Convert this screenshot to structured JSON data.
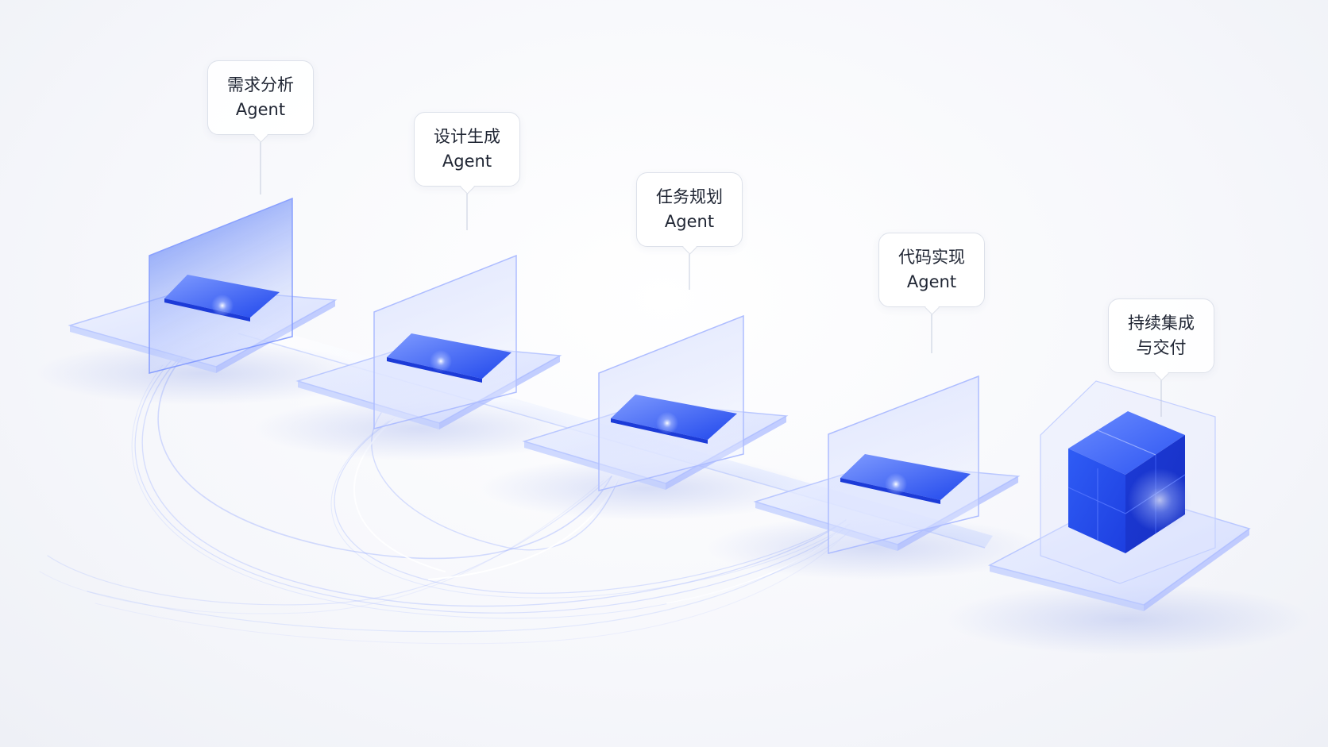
{
  "stages": [
    {
      "id": "requirements-analysis",
      "line1": "需求分析",
      "line2": "Agent"
    },
    {
      "id": "design-generation",
      "line1": "设计生成",
      "line2": "Agent"
    },
    {
      "id": "task-planning",
      "line1": "任务规划",
      "line2": "Agent"
    },
    {
      "id": "code-implementation",
      "line1": "代码实现",
      "line2": "Agent"
    },
    {
      "id": "continuous-integration-delivery",
      "line1": "持续集成",
      "line2": "与交付"
    }
  ],
  "colors": {
    "accent": "#2a55f0",
    "accent_light": "#8fa8ff",
    "glass": "#dfe6ff",
    "background": "#f7f8fb",
    "label_border": "#dde1ea",
    "text": "#1f2533"
  },
  "icons": [
    "glass-panel-icon",
    "cube-icon"
  ]
}
